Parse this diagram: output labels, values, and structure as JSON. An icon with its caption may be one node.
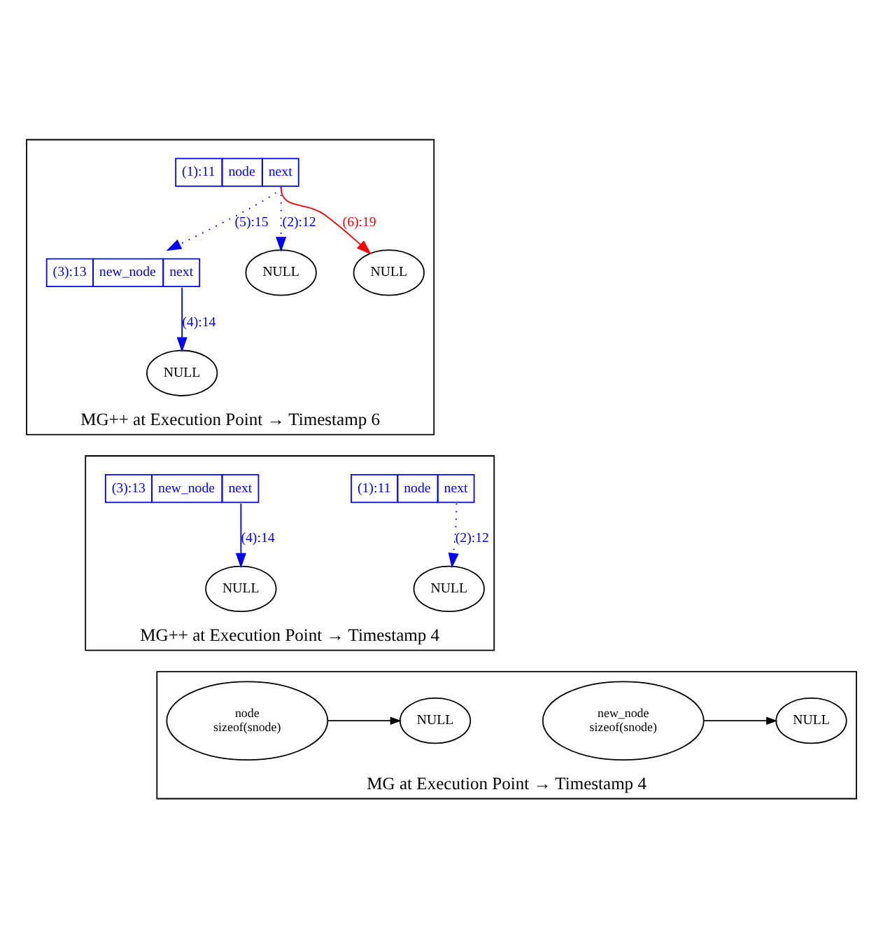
{
  "diagram": {
    "nodes": [
      {
        "text": [
          "MG++ at Execution Point → Timestamp 6"
        ]
      },
      {
        "text": [
          "(1):11",
          "node",
          "next"
        ],
        "in": 0
      },
      {
        "text": [
          "(3):13",
          "new_node",
          "next"
        ],
        "in": 0
      },
      {
        "text": [
          "NULL"
        ],
        "in": 0
      },
      {
        "text": [
          "NULL"
        ],
        "in": 0
      },
      {
        "text": [
          "NULL"
        ],
        "in": 0
      },
      {
        "text": [
          "MG++ at Execution Point → Timestamp 4"
        ]
      },
      {
        "text": [
          "(3):13",
          "new_node",
          "next"
        ],
        "in": 6
      },
      {
        "text": [
          "NULL"
        ],
        "in": 6
      },
      {
        "text": [
          "(1):11",
          "node",
          "next"
        ],
        "in": 6
      },
      {
        "text": [
          "NULL"
        ],
        "in": 6
      },
      {
        "text": [
          "MG at Execution Point → Timestamp 4"
        ]
      },
      {
        "text": [
          "node",
          "sizeof(snode)"
        ],
        "in": 11
      },
      {
        "text": [
          "NULL"
        ],
        "in": 11
      },
      {
        "text": [
          "new_node",
          "sizeof(snode)"
        ],
        "in": 11
      },
      {
        "text": [
          "NULL"
        ],
        "in": 11
      }
    ],
    "edges": [
      {
        "from": 1,
        "to": 2,
        "arrow": "to",
        "label": "(5):15",
        "style": "dashed"
      },
      {
        "from": 1,
        "to": 3,
        "arrow": "to",
        "label": "(2):12",
        "style": "dashed"
      },
      {
        "from": 1,
        "to": 4,
        "arrow": "to",
        "label": "(6):19",
        "color": "#ff0000"
      },
      {
        "from": 2,
        "to": 5,
        "arrow": "to",
        "label": "(4):14"
      },
      {
        "from": 7,
        "to": 8,
        "arrow": "to",
        "label": "(4):14"
      },
      {
        "from": 9,
        "to": 10,
        "arrow": "to",
        "label": "(2):12",
        "style": "dashed"
      },
      {
        "from": 12,
        "to": 13,
        "arrow": "to",
        "color": "#000000"
      },
      {
        "from": 14,
        "to": 15,
        "arrow": "to",
        "color": "#000000"
      }
    ]
  }
}
